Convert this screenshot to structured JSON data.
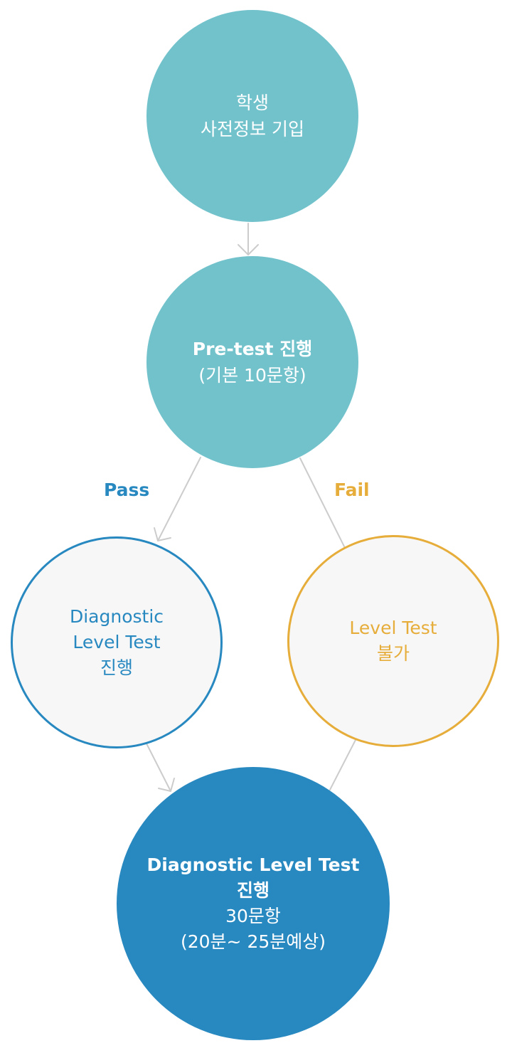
{
  "nodes": {
    "signup": {
      "line1": "학생",
      "line2": "사전정보 기입"
    },
    "pretest": {
      "line1": "Pre-test 진행",
      "line2": "(기본 10문항)"
    },
    "diagnostic": {
      "line1": "Diagnostic",
      "line2": "Level Test",
      "line3": "진행"
    },
    "fail": {
      "line1": "Level Test",
      "line2": "불가"
    },
    "final": {
      "line1": "Diagnostic Level Test",
      "line2": "진행",
      "line3": "30문항",
      "line4": "(20분~ 25분예상)"
    }
  },
  "edges": {
    "pass_label": "Pass",
    "fail_label": "Fail"
  },
  "colors": {
    "teal": "#72c2cc",
    "blue": "#2888c0",
    "amber": "#e6ad3a",
    "node_fill": "#f7f7f7",
    "connector": "#cccccc"
  }
}
